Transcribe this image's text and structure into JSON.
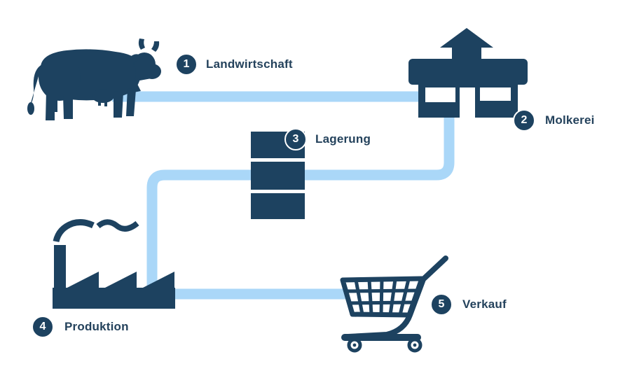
{
  "diagram": {
    "language": "de",
    "steps": [
      {
        "number": "1",
        "label": "Landwirtschaft",
        "icon": "cow-icon"
      },
      {
        "number": "2",
        "label": "Molkerei",
        "icon": "dairy-building-icon"
      },
      {
        "number": "3",
        "label": "Lagerung",
        "icon": "storage-barrels-icon"
      },
      {
        "number": "4",
        "label": "Produktion",
        "icon": "factory-icon"
      },
      {
        "number": "5",
        "label": "Verkauf",
        "icon": "shopping-cart-icon"
      }
    ]
  },
  "colors": {
    "navy": "#1d4260",
    "line": "#aad7f8",
    "text": "#24425c",
    "bg": "#ffffff"
  }
}
